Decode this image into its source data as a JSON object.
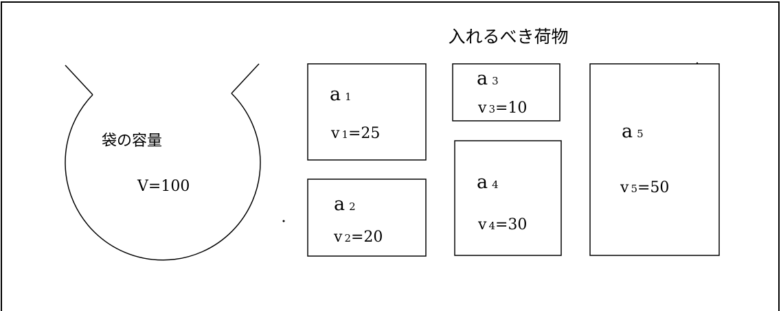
{
  "heading": "入れるべき荷物",
  "bag": {
    "label": "袋の容量",
    "capacity_letter": "V",
    "capacity_value": "100"
  },
  "items": [
    {
      "id": "a1",
      "name_letter": "a",
      "index": "1",
      "volume_letter": "v",
      "volume": "25"
    },
    {
      "id": "a2",
      "name_letter": "a",
      "index": "2",
      "volume_letter": "v",
      "volume": "20"
    },
    {
      "id": "a3",
      "name_letter": "a",
      "index": "3",
      "volume_letter": "v",
      "volume": "10"
    },
    {
      "id": "a4",
      "name_letter": "a",
      "index": "4",
      "volume_letter": "v",
      "volume": "30"
    },
    {
      "id": "a5",
      "name_letter": "a",
      "index": "5",
      "volume_letter": "v",
      "volume": "50"
    }
  ]
}
